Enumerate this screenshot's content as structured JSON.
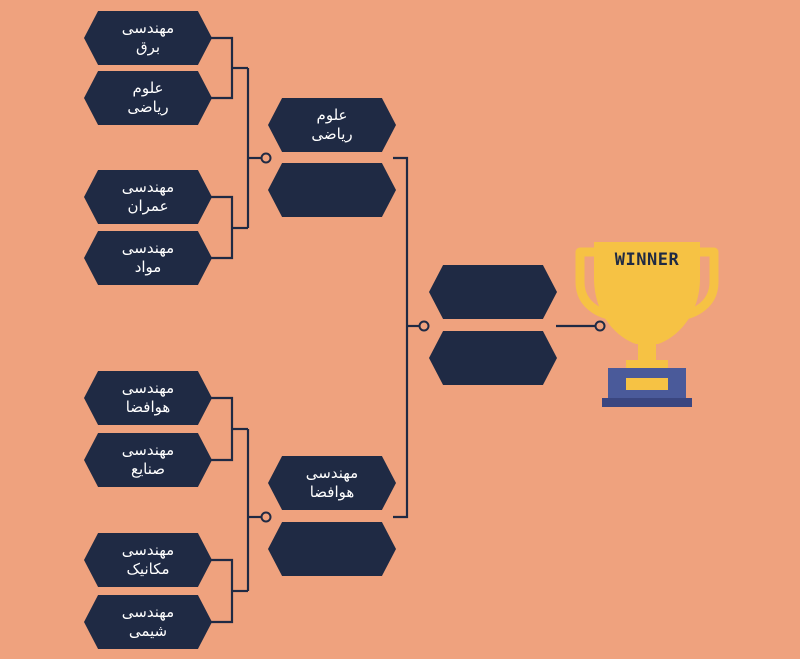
{
  "round1": [
    {
      "line1": "مهندسی",
      "line2": "برق"
    },
    {
      "line1": "علوم",
      "line2": "ریاضی"
    },
    {
      "line1": "مهندسی",
      "line2": "عمران"
    },
    {
      "line1": "مهندسی",
      "line2": "مواد"
    },
    {
      "line1": "مهندسی",
      "line2": "هوافضا"
    },
    {
      "line1": "مهندسی",
      "line2": "صنایع"
    },
    {
      "line1": "مهندسی",
      "line2": "مکانیک"
    },
    {
      "line1": "مهندسی",
      "line2": "شیمی"
    }
  ],
  "round2": [
    {
      "line1": "علوم",
      "line2": "ریاضی"
    },
    {
      "line1": "",
      "line2": ""
    },
    {
      "line1": "مهندسی",
      "line2": "هوافضا"
    },
    {
      "line1": "",
      "line2": ""
    }
  ],
  "final": [
    {
      "line1": "",
      "line2": ""
    },
    {
      "line1": "",
      "line2": ""
    }
  ],
  "winner": {
    "label": "WINNER"
  },
  "colors": {
    "background": "#EFA27E",
    "slot": "#1F2A44",
    "text": "#FFFFFF",
    "trophy_gold": "#F6C244",
    "trophy_base": "#4A5A9A"
  }
}
